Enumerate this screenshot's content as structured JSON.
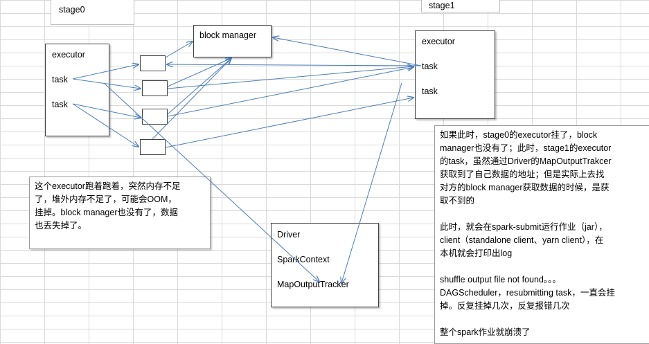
{
  "stage0": {
    "label": "stage0"
  },
  "stage1": {
    "label": "stage1"
  },
  "block_manager": {
    "label": "block manager"
  },
  "executor_left": {
    "title": "executor",
    "tasks": [
      "task",
      "task"
    ]
  },
  "executor_right": {
    "title": "executor",
    "tasks": [
      "task",
      "task"
    ]
  },
  "driver": {
    "lines": [
      "Driver",
      "SparkContext",
      "MapOutputTracker"
    ]
  },
  "note_left": {
    "lines": [
      "这个executor跑着跑着，突然内存不足",
      "了，堆外内存不足了，可能会OOM，",
      "挂掉。block manager也没有了，数据",
      "也丢失掉了。"
    ]
  },
  "note_right": {
    "para1": [
      "如果此时，stage0的executor挂了，block",
      "manager也没有了；此时，stage1的executor",
      "的task，虽然通过Driver的MapOutputTrakcer",
      "获取到了自己数据的地址；但是实际上去找",
      "对方的block manager获取数据的时候，是获",
      "取不到的"
    ],
    "para2": [
      "此时，就会在spark-submit运行作业（jar），",
      "client（standalone client、yarn client），在",
      "本机就会打印出log"
    ],
    "para3": [
      "shuffle output file not found。。。",
      "DAGScheduler，resubmitting task，一直会挂",
      "掉。反复挂掉几次，反复报错几次"
    ],
    "para4": [
      "整个spark作业就崩溃了"
    ]
  },
  "colors": {
    "arrow": "#4a7ebb",
    "border": "#404040",
    "grid": "#d9d9d9"
  }
}
